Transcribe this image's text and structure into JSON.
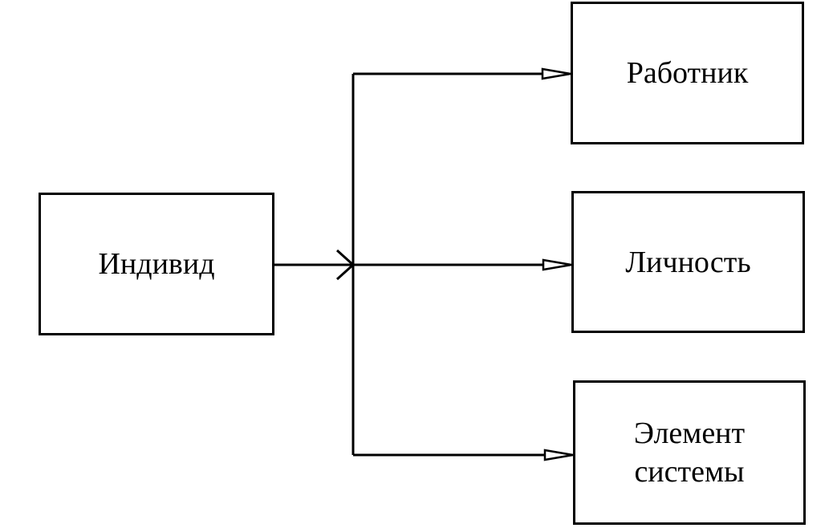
{
  "diagram": {
    "source": {
      "label": "Индивид"
    },
    "targets": [
      {
        "label": "Работник"
      },
      {
        "label": "Личность"
      },
      {
        "label": "Элемент\nсистемы"
      }
    ]
  },
  "colors": {
    "stroke": "#000000",
    "background": "#ffffff"
  }
}
